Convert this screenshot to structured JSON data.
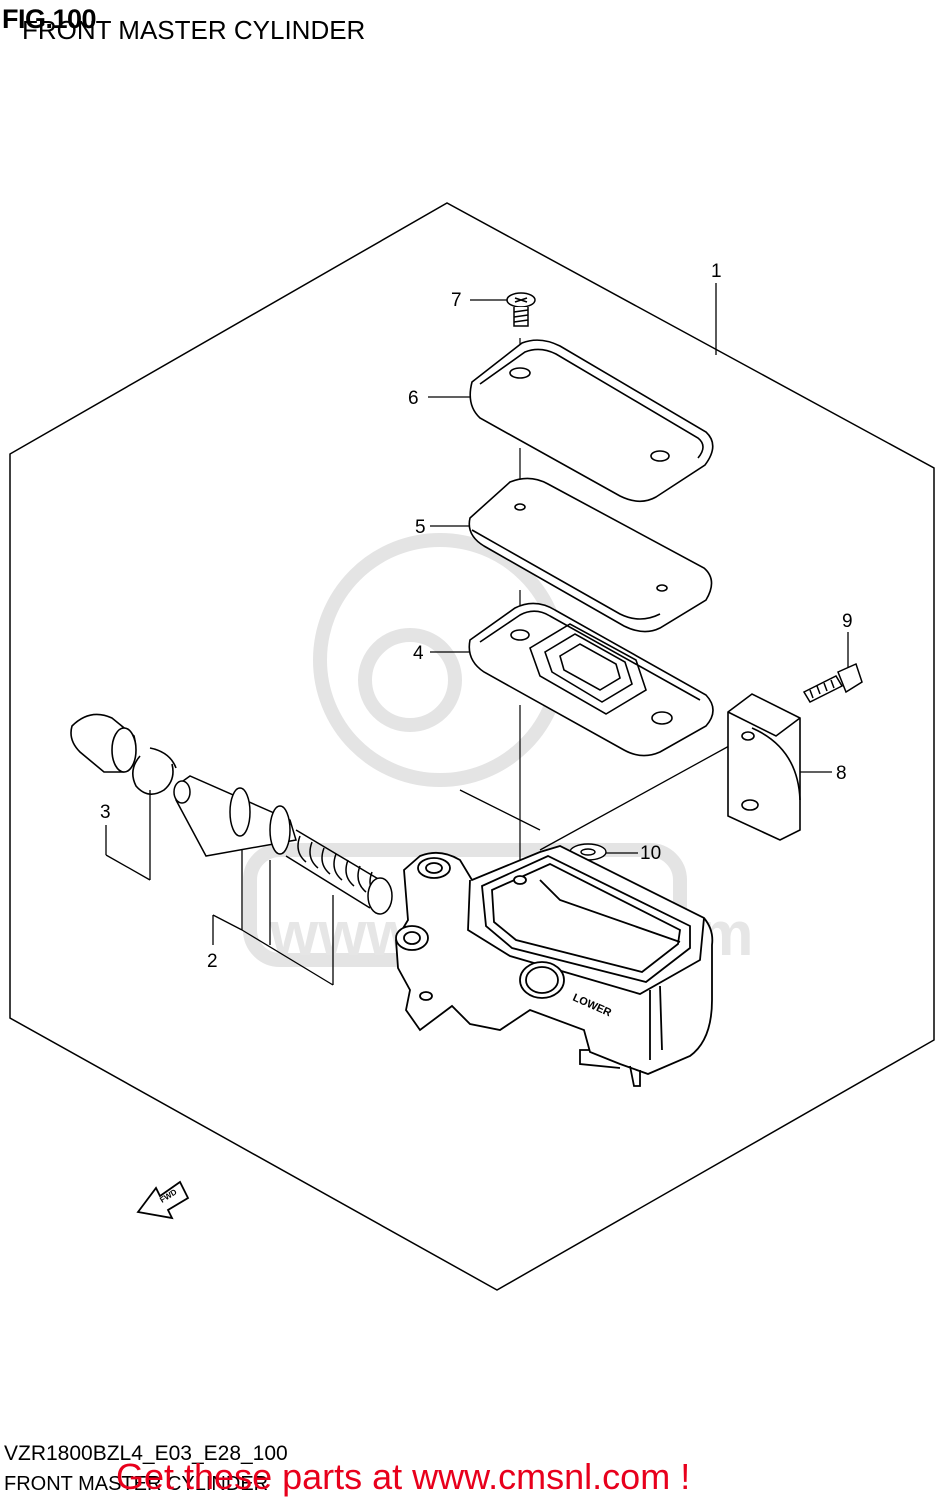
{
  "header": {
    "figure": "FIG.100",
    "subtitle": "FRONT MASTER CYLINDER"
  },
  "callouts": [
    "1",
    "2",
    "3",
    "4",
    "5",
    "6",
    "7",
    "8",
    "9",
    "10"
  ],
  "body_marking": "LOWER",
  "direction_arrow": "FWD",
  "watermark": "www.cmsnl.com",
  "footer": {
    "model_code": "VZR1800BZL4_E03_E28_100",
    "section_name": "FRONT MASTER CYLINDER",
    "promo": "Get these parts at www.cmsnl.com !"
  },
  "colors": {
    "line": "#000000",
    "watermark": "#e6e6e6",
    "promo": "#e8001c"
  }
}
